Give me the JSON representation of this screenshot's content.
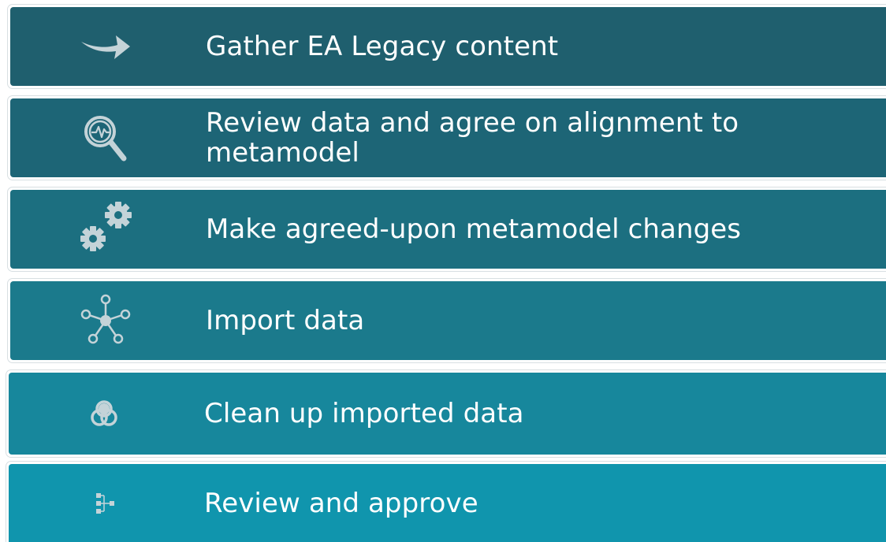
{
  "steps": [
    {
      "label": "Gather EA Legacy content",
      "icon": "arrow-icon"
    },
    {
      "label": "Review data and agree on alignment to metamodel",
      "icon": "magnifier-pulse-icon"
    },
    {
      "label": "Make agreed-upon metamodel changes",
      "icon": "gears-icon"
    },
    {
      "label": "Import data",
      "icon": "network-people-icon"
    },
    {
      "label": "Clean up imported data",
      "icon": "venn-circles-icon"
    },
    {
      "label": "Review and approve",
      "icon": "hierarchy-icon"
    }
  ],
  "colors": {
    "band1": "#1f5f6e",
    "band2": "#1d6576",
    "band3": "#1c6f80",
    "band4": "#1b7a8c",
    "band5": "#17879c",
    "band6": "#1095ad",
    "icon": "#c4d3d8",
    "text": "#ffffff"
  }
}
